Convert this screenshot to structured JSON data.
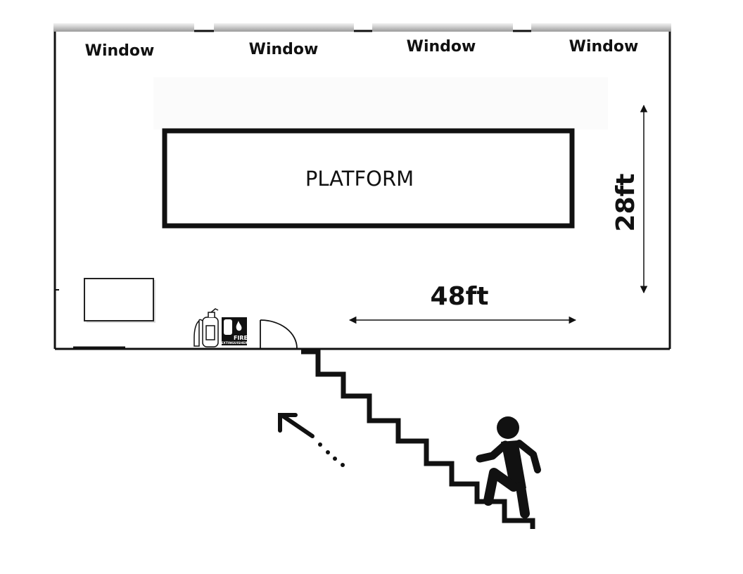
{
  "windows": [
    {
      "label": "Window"
    },
    {
      "label": "Window"
    },
    {
      "label": "Window"
    },
    {
      "label": "Window"
    }
  ],
  "platform": {
    "label": "PLATFORM"
  },
  "dimensions": {
    "width": "48ft",
    "depth": "28ft"
  },
  "fire_extinguisher_sign": {
    "line1": "FIRE",
    "line2": "EXTINGUISHER"
  },
  "colors": {
    "ink": "#111111",
    "window_sill": "#c8c8c8",
    "background": "#ffffff"
  },
  "icons": [
    "fire-extinguisher-icon",
    "fire-extinguisher-sign-icon",
    "door-swing-icon",
    "staircase-icon",
    "person-climbing-stairs-icon",
    "direction-arrow-icon"
  ]
}
